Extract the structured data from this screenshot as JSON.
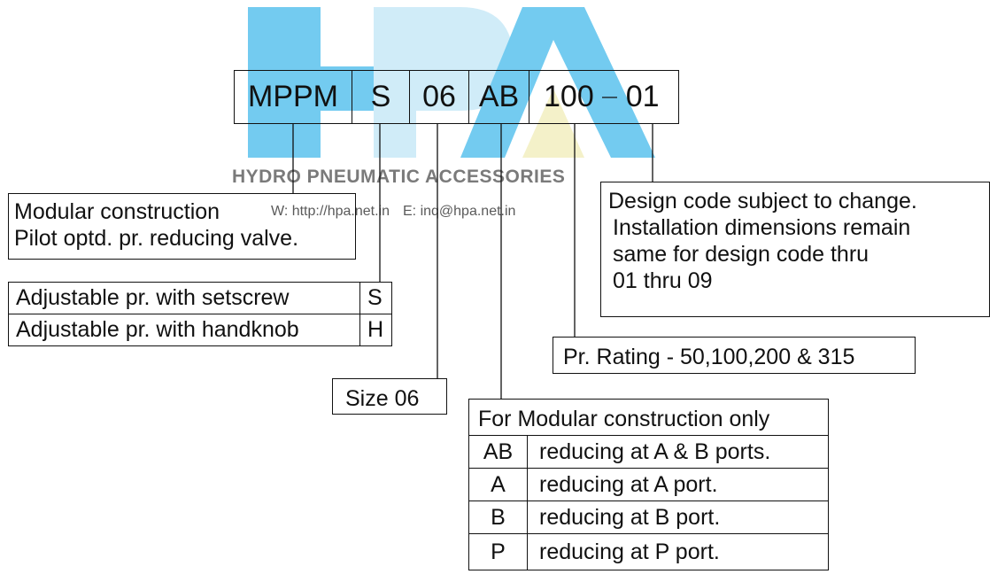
{
  "watermark": {
    "company": "HYDRO PNEUMATIC ACCESSORIES",
    "web": "W: http://hpa.net.in",
    "email": "E: inq@hpa.net.in",
    "colors": {
      "h": "#5bc3ee",
      "a": "#f3efc0",
      "p": "#c8e9f7"
    }
  },
  "code": {
    "series": "MPPM",
    "adjustment": "S",
    "size": "06",
    "reducing": "AB",
    "pressure": "100",
    "design": "01"
  },
  "labels": {
    "modular_line1": "Modular construction",
    "modular_line2": "Pilot optd. pr. reducing valve.",
    "design_line1": "Design code subject to change.",
    "design_line2": "Installation dimensions remain",
    "design_line3": "same for design code thru",
    "design_line4": "01 thru 09",
    "pressure_rating": "Pr. Rating - 50,100,200 & 315",
    "size": "Size  06"
  },
  "adjustment_table": [
    {
      "desc": "Adjustable pr. with setscrew",
      "code": "S"
    },
    {
      "desc": "Adjustable pr. with handknob",
      "code": "H"
    }
  ],
  "reducing_table": {
    "header": "For Modular construction only",
    "rows": [
      {
        "code": "AB",
        "desc": "reducing at A & B ports."
      },
      {
        "code": "A",
        "desc": "reducing at A port."
      },
      {
        "code": "B",
        "desc": "reducing at B port."
      },
      {
        "code": "P",
        "desc": "reducing at P port."
      }
    ]
  }
}
